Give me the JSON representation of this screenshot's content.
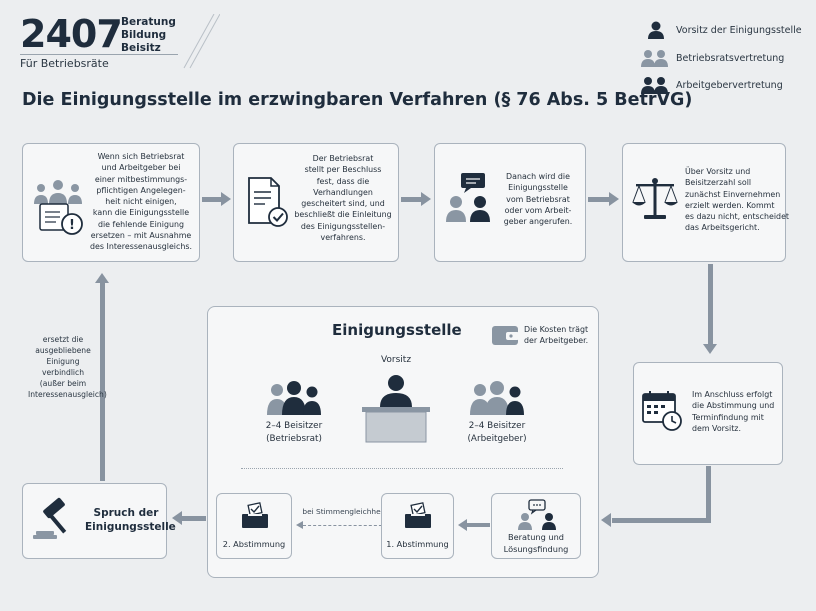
{
  "brand": {
    "number": "2407",
    "lines": [
      "Beratung",
      "Bildung",
      "Beisitz"
    ],
    "subtitle": "Für Betriebsräte"
  },
  "legend": {
    "items": [
      {
        "label": "Vorsitz der Einigungsstelle",
        "icon": "person-dark-icon"
      },
      {
        "label": "Betriebsratsvertretung",
        "icon": "people-grey-icon"
      },
      {
        "label": "Arbeitgebervertretung",
        "icon": "people-dark-icon"
      }
    ]
  },
  "title": "Die Einigungsstelle im erzwingbaren Verfahren (§ 76 Abs. 5 BetrVG)",
  "steps": {
    "step1": "Wenn sich Betriebsrat\nund Arbeitgeber bei\neiner mitbestimmungs-\npflichtigen Angelegen-\nheit nicht einigen,\nkann die Einigungsstelle\ndie fehlende Einigung\nersetzen – mit Ausnahme\ndes Interessenausgleichs.",
    "step2": "Der Betriebsrat\nstellt per Beschluss\nfest, dass die\nVerhandlungen\ngescheitert sind, und\nbeschließt die Einleitung\ndes Einigungsstellen-\nverfahrens.",
    "step3": "Danach wird die\nEinigungsstelle\nvom Betriebsrat\noder vom Arbeit-\ngeber angerufen.",
    "step4": "Über Vorsitz und\nBeisitzerzahl soll\nzunächst Einvernehmen\nerzielt werden. Kommt\nes dazu nicht, entscheidet\ndas Arbeitsgericht.",
    "step5": "Im Anschluss erfolgt\ndie Abstimmung und\nTerminfindung mit\ndem Vorsitz."
  },
  "einigungsstelle": {
    "title": "Einigungsstelle",
    "cost_note": "Die Kosten trägt\nder Arbeitgeber.",
    "chair_label": "Vorsitz",
    "left_group": "2–4 Beisitzer\n(Betriebsrat)",
    "right_group": "2–4 Beisitzer\n(Arbeitgeber)",
    "beratung": "Beratung und\nLösungsfindung",
    "vote1": "1. Abstimmung",
    "vote2": "2. Abstimmung",
    "tie_note": "bei Stimmengleichheit"
  },
  "spruch": "Spruch der\nEinigungsstelle",
  "side_note": "ersetzt die\nausgebliebene\nEinigung\nverbindlich\n(außer beim\nInteressenausgleich)",
  "colors": {
    "dark": "#1f2d3d",
    "grey": "#8a96a3",
    "arrow": "#8893a0",
    "background": "#eceef0"
  }
}
